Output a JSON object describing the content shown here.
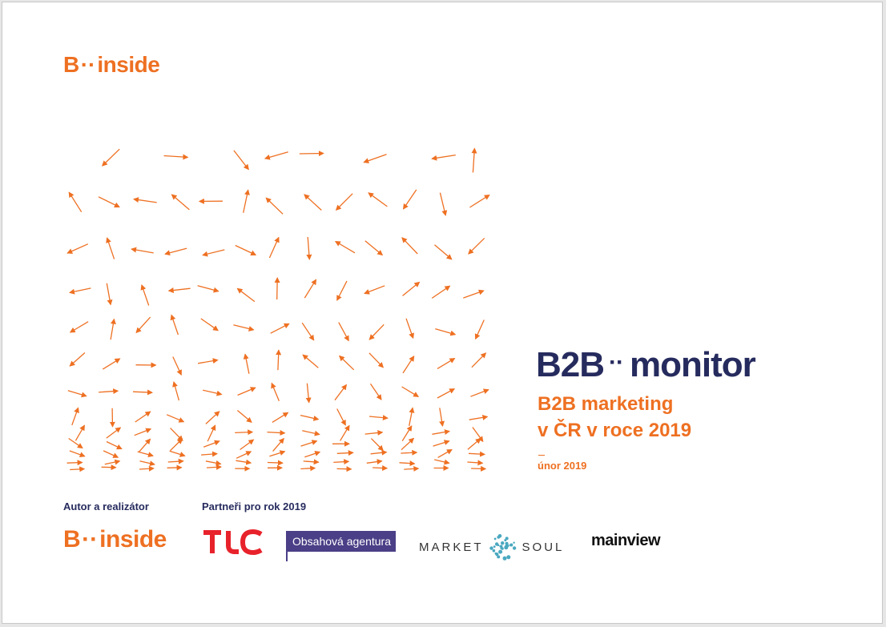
{
  "colors": {
    "brand_orange": "#ee7022",
    "navy": "#262b5e",
    "obsah_purple": "#4b3f87",
    "teal": "#4aa8c0"
  },
  "top_logo": {
    "left": "B",
    "dots": "··",
    "right": "inside"
  },
  "title": {
    "left": "B2B",
    "dots": "··",
    "right": "monitor"
  },
  "subtitle": {
    "line1": "B2B marketing",
    "line2": "v ČR v roce 2019"
  },
  "date": "únor 2019",
  "footer": {
    "author_label": "Autor a realizátor",
    "partners_label": "Partneři pro rok 2019",
    "author_logo": {
      "left": "B",
      "dots": "··",
      "right": "inside"
    },
    "partners": {
      "tlc": "TLC",
      "obsahova": "Obsahová agentura",
      "market_left": "MARKET",
      "market_right": "SOUL",
      "mainview": "mainview"
    }
  }
}
